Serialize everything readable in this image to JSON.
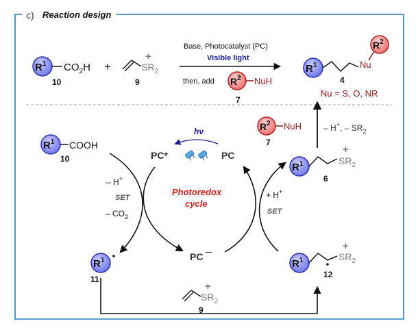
{
  "panel": {
    "letter": "c)",
    "title": "Reaction design"
  },
  "colors": {
    "frame": "#1f7fbf",
    "blue_fill": "#7f86f2",
    "red_fill": "#f47f7f",
    "dark_red": "#8c1d1d",
    "red_text": "#cc2222",
    "navy": "#1b1b8c",
    "gray": "#808080"
  },
  "groups": {
    "r1": "R",
    "r1_sup": "1",
    "r2": "R",
    "r2_sup": "2"
  },
  "top_scheme": {
    "acid_group": "CO",
    "acid_sub": "2",
    "acid_h": "H",
    "plus": "+",
    "label_10": "10",
    "label_9": "9",
    "label_7": "7",
    "label_4": "4",
    "sulfonium": "SR",
    "sulfonium_sub": "2",
    "charge_plus": "+",
    "conditions_line1": "Base, Photocatalyst (PC)",
    "conditions_line2": "Visible light",
    "conditions_then": "then, add",
    "nuh": "NuH",
    "product_nu": "Nu",
    "nu_scope": "Nu = S, O, NR"
  },
  "cycle": {
    "cooh": "COOH",
    "label_10": "10",
    "label_11": "11",
    "label_12": "12",
    "label_6": "6",
    "label_7": "7",
    "label_9": "9",
    "pc_star": "PC*",
    "pc": "PC",
    "pc_minus": "PC",
    "minus_sign": "—",
    "hv": "hν",
    "cycle_name_line1": "Photoredox",
    "cycle_name_line2": "cycle",
    "minus_h": "– H",
    "h_sup": "+",
    "set_left": "SET",
    "minus_co2": "– CO",
    "co2_sub": "2",
    "plus_h": "+ H",
    "set_right": "SET",
    "elimination": "– H",
    "elimination_sup": "+",
    "elimination_tail": ", – SR",
    "elimination_sub": "2",
    "nuh": "NuH",
    "sr2": "SR",
    "sr2_sub": "2",
    "charge_plus": "+",
    "dot": "·"
  }
}
